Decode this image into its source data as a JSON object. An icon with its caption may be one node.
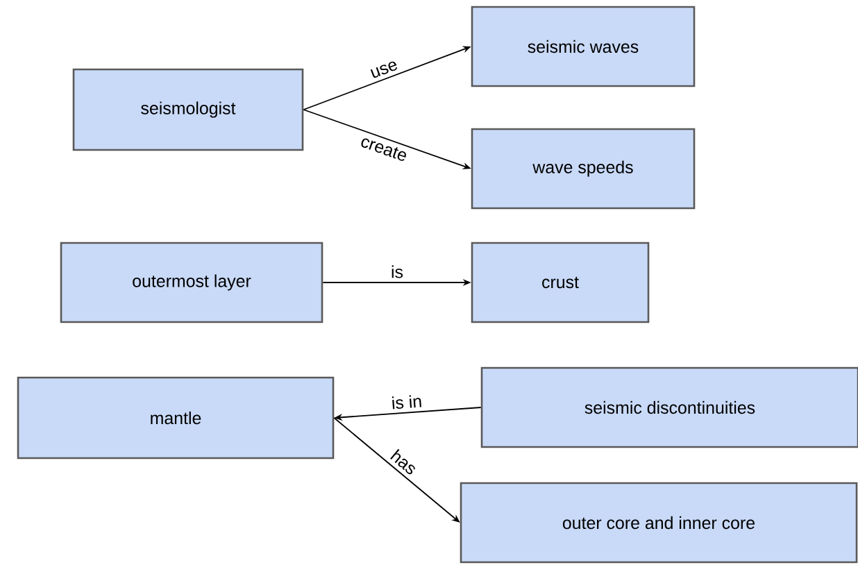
{
  "diagram": {
    "nodes": [
      {
        "text": [
          "seismologist"
        ]
      },
      {
        "text": [
          "seismic waves"
        ]
      },
      {
        "text": [
          "wave speeds"
        ]
      },
      {
        "text": [
          "outermost layer"
        ]
      },
      {
        "text": [
          "crust"
        ]
      },
      {
        "text": [
          "mantle"
        ]
      },
      {
        "text": [
          "seismic discontinuities"
        ]
      },
      {
        "text": [
          "outer core and inner core"
        ]
      }
    ],
    "edges": [
      {
        "from": 0,
        "to": 1,
        "arrow": "to",
        "label": "use"
      },
      {
        "from": 0,
        "to": 2,
        "arrow": "to",
        "label": "create"
      },
      {
        "from": 3,
        "to": 4,
        "arrow": "to",
        "label": "is"
      },
      {
        "from": 6,
        "to": 5,
        "arrow": "to",
        "label": "is in"
      },
      {
        "from": 5,
        "to": 7,
        "arrow": "to",
        "label": "has"
      }
    ]
  }
}
